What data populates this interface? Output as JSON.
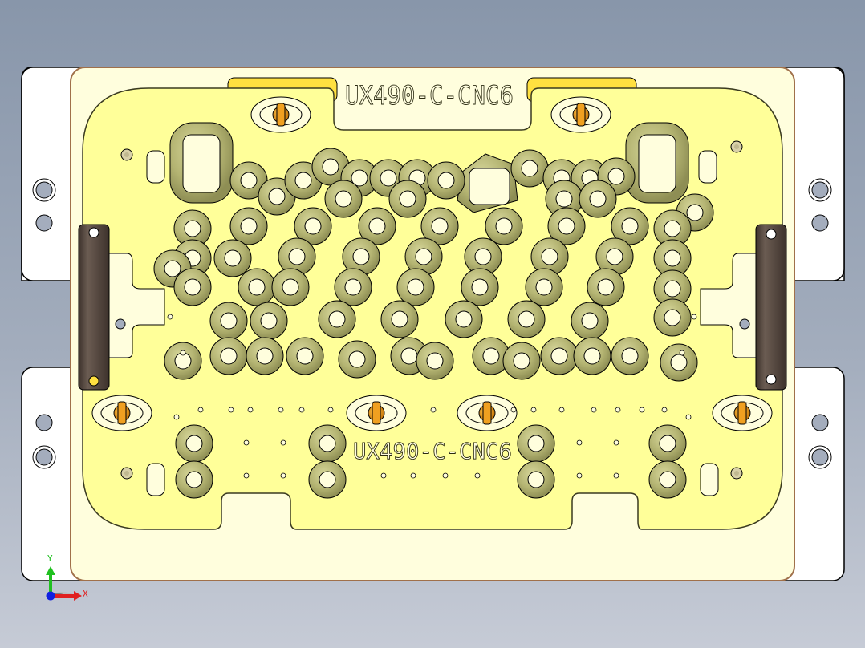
{
  "view": {
    "background_top": "#8896aa",
    "background_bottom": "#c6cbd6",
    "model_label_top": "UX490-C-CNC6",
    "model_label_bottom": "UX490-C-CNC6"
  },
  "colors": {
    "base_plate": "#ffffff",
    "fixture_plate": "#fffedd",
    "pocket_face": "#ffff99",
    "pocket_ring": "#b8b874",
    "pocket_ring_dark": "#8f8f52",
    "clamp_body": "#5b4d44",
    "pin_orange": "#f0a020",
    "yellow_tab": "#ffe040",
    "hole_grey": "#a4adbd",
    "axis_x": "#e02020",
    "axis_y": "#20c020",
    "axis_z": "#1020e0"
  },
  "axis_triad": {
    "x_label": "X",
    "y_label": "Y"
  }
}
